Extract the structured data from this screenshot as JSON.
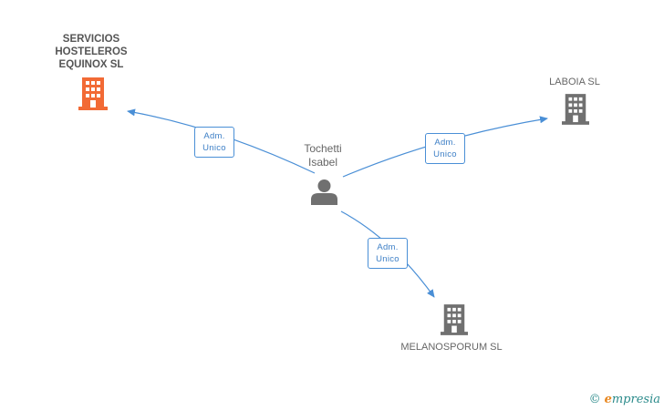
{
  "nodes": {
    "equinox": {
      "label": "SERVICIOS\nHOSTELEROS\nEQUINOX SL",
      "color": "#f26a35"
    },
    "laboia": {
      "label": "LABOIA SL",
      "color": "#707070"
    },
    "melanosporum": {
      "label": "MELANOSPORUM SL",
      "color": "#707070"
    },
    "person": {
      "label": "Tochetti\nIsabel",
      "color": "#707070"
    }
  },
  "edges": [
    {
      "line1": "Adm.",
      "line2": "Unico"
    },
    {
      "line1": "Adm.",
      "line2": "Unico"
    },
    {
      "line1": "Adm.",
      "line2": "Unico"
    }
  ],
  "colors": {
    "edge": "#4a8fd6"
  },
  "brand": {
    "copyright": "©",
    "initial": "e",
    "rest": "mpresia"
  }
}
